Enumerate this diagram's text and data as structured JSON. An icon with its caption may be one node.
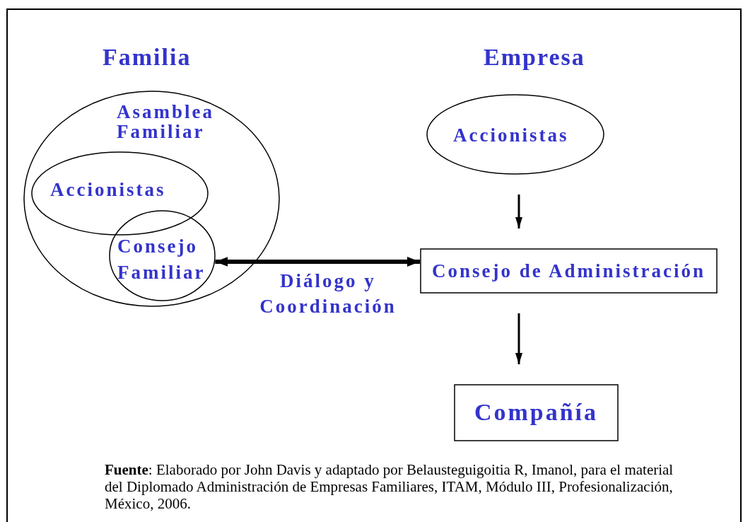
{
  "diagram": {
    "nodes": [
      {
        "text": [
          "Asamblea Familiar"
        ]
      },
      {
        "text": [
          "Accionistas"
        ],
        "in": 0
      },
      {
        "text": [
          "Consejo Familiar"
        ],
        "in": 0
      },
      {
        "text": [
          "Accionistas"
        ]
      },
      {
        "text": [
          "Consejo de Administración"
        ]
      },
      {
        "text": [
          "Compañía"
        ]
      }
    ],
    "edges": [
      {
        "from": 2,
        "to": 4,
        "arrow": "both",
        "label": "Diálogo y Coordinación",
        "style": "thick"
      },
      {
        "from": 3,
        "to": 4,
        "arrow": "to"
      },
      {
        "from": 4,
        "to": 5,
        "arrow": "to"
      }
    ],
    "labels": [
      "Familia",
      "Empresa",
      "**Fuente**: Elaborado por John Davis y adaptado por Belausteguigoitia R,  Imanol, para el material del Diplomado Administración de Empresas Familiares, ITAM, Módulo III, Profesionalización, México, 2006."
    ]
  }
}
